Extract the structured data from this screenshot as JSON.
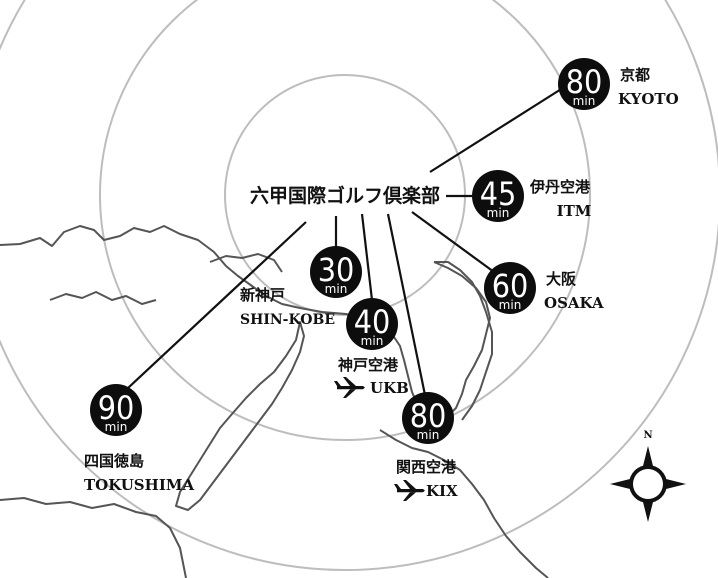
{
  "center_label": "六甲国際ゴルフ倶楽部",
  "destinations": [
    {
      "id": "kyoto",
      "minutes": "80",
      "unit": "min",
      "name_ja": "京都",
      "name_en": "KYOTO"
    },
    {
      "id": "itm",
      "minutes": "45",
      "unit": "min",
      "name_ja": "伊丹空港",
      "name_en": "ITM"
    },
    {
      "id": "osaka",
      "minutes": "60",
      "unit": "min",
      "name_ja": "大阪",
      "name_en": "OSAKA"
    },
    {
      "id": "shinkobe",
      "minutes": "30",
      "unit": "min",
      "name_ja": "新神戸",
      "name_en": "SHIN-KOBE"
    },
    {
      "id": "ukb",
      "minutes": "40",
      "unit": "min",
      "name_ja": "神戸空港",
      "name_en": "UKB"
    },
    {
      "id": "kix",
      "minutes": "80",
      "unit": "min",
      "name_ja": "関西空港",
      "name_en": "KIX"
    },
    {
      "id": "tokushima",
      "minutes": "90",
      "unit": "min",
      "name_ja": "四国徳島",
      "name_en": "TOKUSHIMA"
    }
  ],
  "compass": {
    "north_label": "N"
  },
  "colors": {
    "ink": "#111111",
    "coast": "#555555",
    "ring": "#bdbdbd",
    "badge": "#0d0d0d"
  }
}
